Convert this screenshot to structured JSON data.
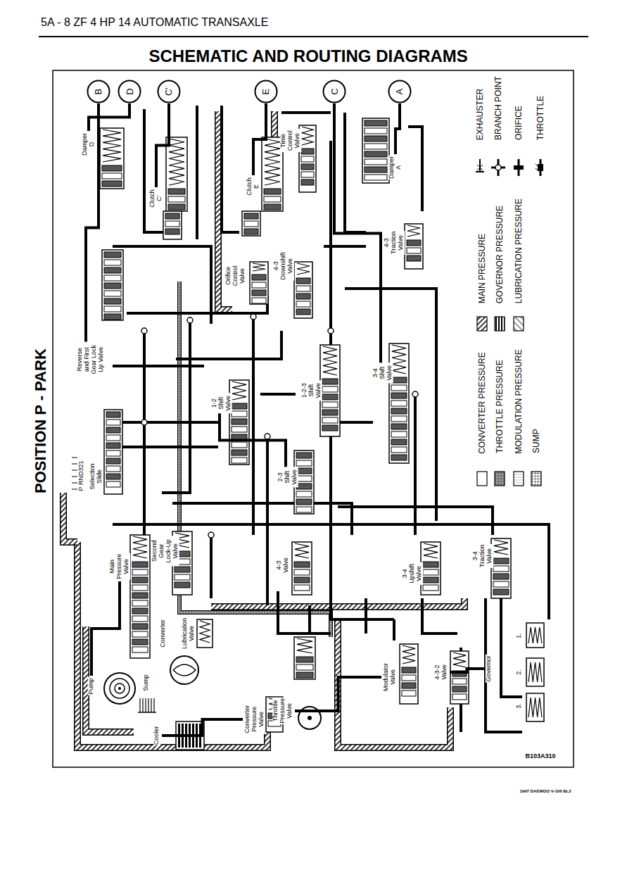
{
  "diagram": {
    "title": "SCHEMATIC AND ROUTING DIAGRAMS",
    "nodes": [
      {
        "text": [
          "B"
        ]
      },
      {
        "text": [
          "D"
        ]
      },
      {
        "text": [
          "C'"
        ]
      },
      {
        "text": [
          "E"
        ]
      },
      {
        "text": [
          "C"
        ]
      },
      {
        "text": [
          "A"
        ]
      },
      {
        "text": [
          "Damper D"
        ]
      },
      {
        "text": [
          "Clutch C'"
        ]
      },
      {
        "text": [
          "Clutch E"
        ]
      },
      {
        "text": [
          "Time Control Valve"
        ]
      },
      {
        "text": [
          "Damper A"
        ]
      },
      {
        "text": [
          "Orifice Control Valve"
        ]
      },
      {
        "text": [
          "4-3 Downshift Valve"
        ]
      },
      {
        "text": [
          "4-3 Traction Valve"
        ]
      },
      {
        "text": [
          "Reverse and First Gear Lock Up Valve"
        ]
      },
      {
        "text": [
          "1-2 Shift Valve"
        ]
      },
      {
        "text": [
          "1-2-3 Shift Valve"
        ]
      },
      {
        "text": [
          "3-4 Shift Valve"
        ]
      },
      {
        "text": [
          "Selection Slide"
        ]
      },
      {
        "text": [
          "2-3 Shift Valve"
        ]
      },
      {
        "text": [
          "Second Gear Lock-Up Valve"
        ]
      },
      {
        "text": [
          "Main Pressure Valve"
        ]
      },
      {
        "text": [
          "4-3 Valve"
        ]
      },
      {
        "text": [
          "3-4 Upshift Valve"
        ]
      },
      {
        "text": [
          "3-4 Traction Valve"
        ]
      },
      {
        "text": [
          "Lubrication Valve"
        ]
      },
      {
        "text": [
          "Converter"
        ]
      },
      {
        "text": [
          "Pump"
        ]
      },
      {
        "text": [
          "Sump"
        ]
      },
      {
        "text": [
          "Cooler"
        ]
      },
      {
        "text": [
          "Converter Pressure Valve"
        ]
      },
      {
        "text": [
          "Throttle Pressure Valve"
        ]
      },
      {
        "text": [
          "Modulator Valve"
        ]
      },
      {
        "text": [
          "4-3-2 Valve"
        ]
      },
      {
        "text": [
          "Governor"
        ]
      }
    ],
    "edges": [
      {
        "from": 0,
        "to": 14,
        "arrow": "none"
      },
      {
        "from": 1,
        "to": 6,
        "arrow": "none"
      },
      {
        "from": 2,
        "to": 7,
        "arrow": "none"
      },
      {
        "from": 3,
        "to": 8,
        "arrow": "none"
      },
      {
        "from": 5,
        "to": 10,
        "arrow": "none"
      },
      {
        "from": 4,
        "to": 17,
        "arrow": "none"
      },
      {
        "from": 27,
        "to": 21,
        "arrow": "none"
      },
      {
        "from": 30,
        "to": 29,
        "arrow": "none"
      },
      {
        "from": 31,
        "to": 32,
        "arrow": "none"
      },
      {
        "from": 15,
        "to": 19,
        "arrow": "none"
      },
      {
        "from": 33,
        "to": 34,
        "arrow": "none"
      }
    ],
    "labels": [
      "5A - 8 ZF 4 HP 14 AUTOMATIC TRANSAXLE",
      "POSITION P - PARK",
      "P RND321",
      "1.",
      "2.",
      "3.",
      "B103A310",
      "1997 DAEWOO V-106 BL2"
    ],
    "legend": [
      {
        "text": "EXHAUSTER"
      },
      {
        "text": "BRANCH POINT"
      },
      {
        "text": "ORIFICE"
      },
      {
        "text": "THROTTLE"
      },
      {
        "text": "MAIN PRESSURE"
      },
      {
        "text": "GOVERNOR PRESSURE"
      },
      {
        "text": "LUBRICATION PRESSURE"
      },
      {
        "text": "CONVERTER PRESSURE",
        "color": "#ffffff"
      },
      {
        "text": "THROTTLE PRESSURE"
      },
      {
        "text": "MODULATION PRESSURE"
      },
      {
        "text": "SUMP"
      }
    ]
  }
}
